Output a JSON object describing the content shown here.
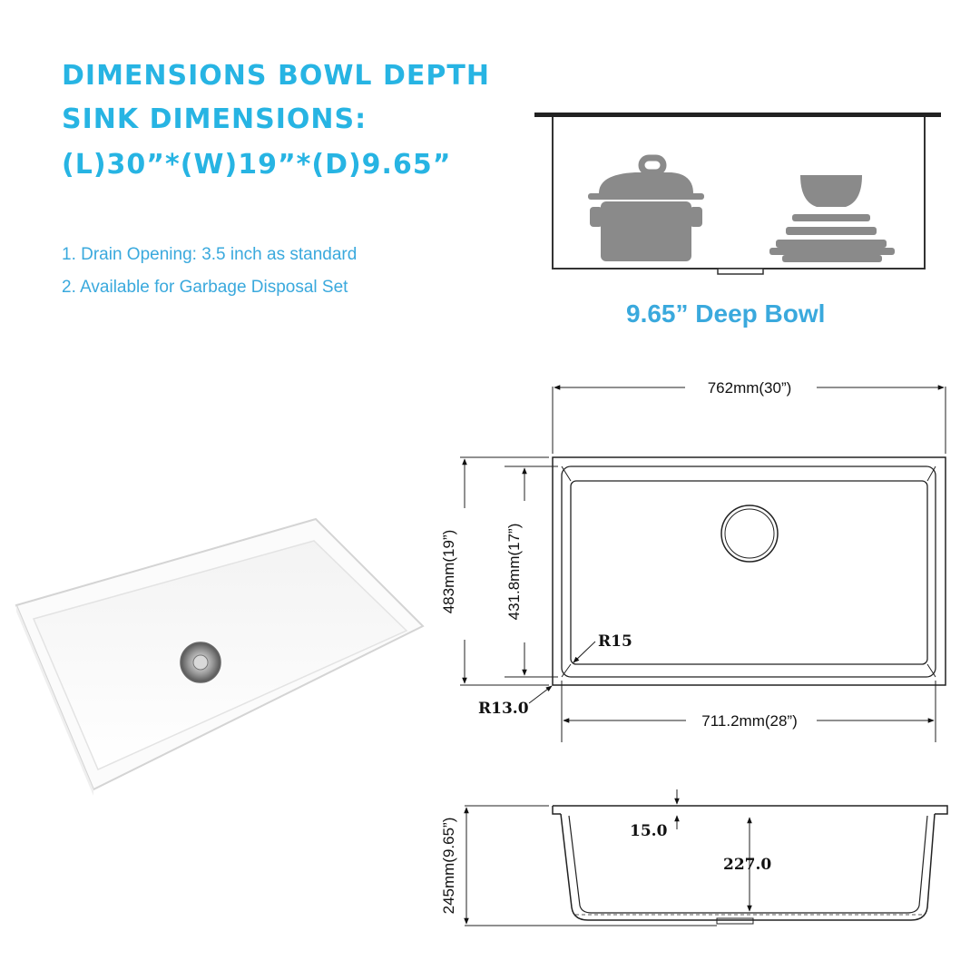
{
  "heading": {
    "line1": "DIMENSIONS BOWL DEPTH",
    "line2": "SINK DIMENSIONS:",
    "line3": "(L)30”*(W)19”*(D)9.65”"
  },
  "features": [
    "1. Drain Opening: 3.5 inch as standard",
    "2. Available for Garbage Disposal Set"
  ],
  "bowl_caption": "9.65” Deep Bowl",
  "top_view": {
    "overall_length": "762mm(30”)",
    "overall_width": "483mm(19”)",
    "inner_width": "431.8mm(17”)",
    "inner_length": "711.2mm(28”)",
    "inner_radius": "R15",
    "outer_radius": "R13.0"
  },
  "side_view": {
    "overall_depth": "245mm(9.65”)",
    "rim_thickness": "15.0",
    "bowl_depth": "227.0"
  },
  "colors": {
    "accent": "#27b4e3",
    "icon_gray": "#8a8a8a",
    "line": "#222222"
  }
}
